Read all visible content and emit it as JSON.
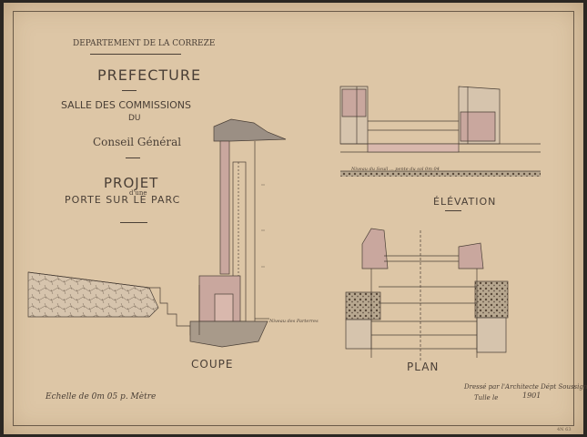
{
  "title_block": {
    "department": "DEPARTEMENT DE LA CORREZE",
    "prefecture": "PREFECTURE",
    "salle": "SALLE DES COMMISSIONS",
    "du": "DU",
    "conseil": "Conseil Général",
    "projet": "PROJET",
    "d_une": "d'une",
    "porte": "PORTE SUR LE PARC"
  },
  "views": {
    "coupe": "COUPE",
    "elevation": "ÉLÉVATION",
    "plan": "PLAN"
  },
  "annotations": {
    "niveau_sol": "Niveau du Seuil ... pente du sol 0m 04",
    "niveau_parc": "Niveau des Parterres"
  },
  "footer": {
    "echelle": "Echelle de 0m 05 p. Mètre",
    "dresse": "Dressé par l'Architecte Dépt Soussigné",
    "tulle": "Tulle le",
    "year": "1901",
    "archive_code": "4N 63"
  },
  "colors": {
    "paper": "#ddc6a6",
    "ink": "#4a3f36",
    "masonry_pink": "#c9a79e",
    "stone": "#a89a8a"
  }
}
